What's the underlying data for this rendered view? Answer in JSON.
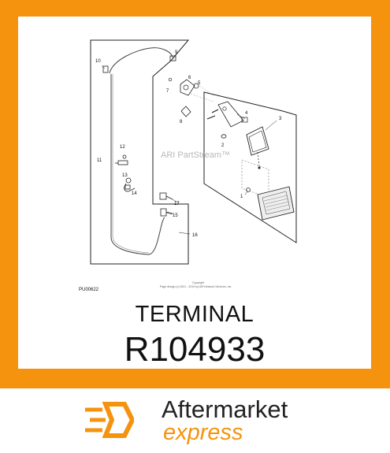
{
  "diagram": {
    "callouts": [
      "1",
      "2",
      "3",
      "4",
      "5",
      "6",
      "7",
      "8",
      "9",
      "10",
      "11",
      "12",
      "13",
      "14",
      "15",
      "16",
      "17"
    ],
    "watermark": "ARI PartStream™",
    "figure_code": "PU00622",
    "copyright_line1": "Copyright",
    "copyright_line2": "Page design (c) 2001 - 2019 by ARI Network Services, Inc."
  },
  "part": {
    "name": "TERMINAL",
    "number": "R104933"
  },
  "brand": {
    "name_line1": "Aftermarket",
    "name_line2": "express",
    "accent_color": "#f5930f"
  }
}
